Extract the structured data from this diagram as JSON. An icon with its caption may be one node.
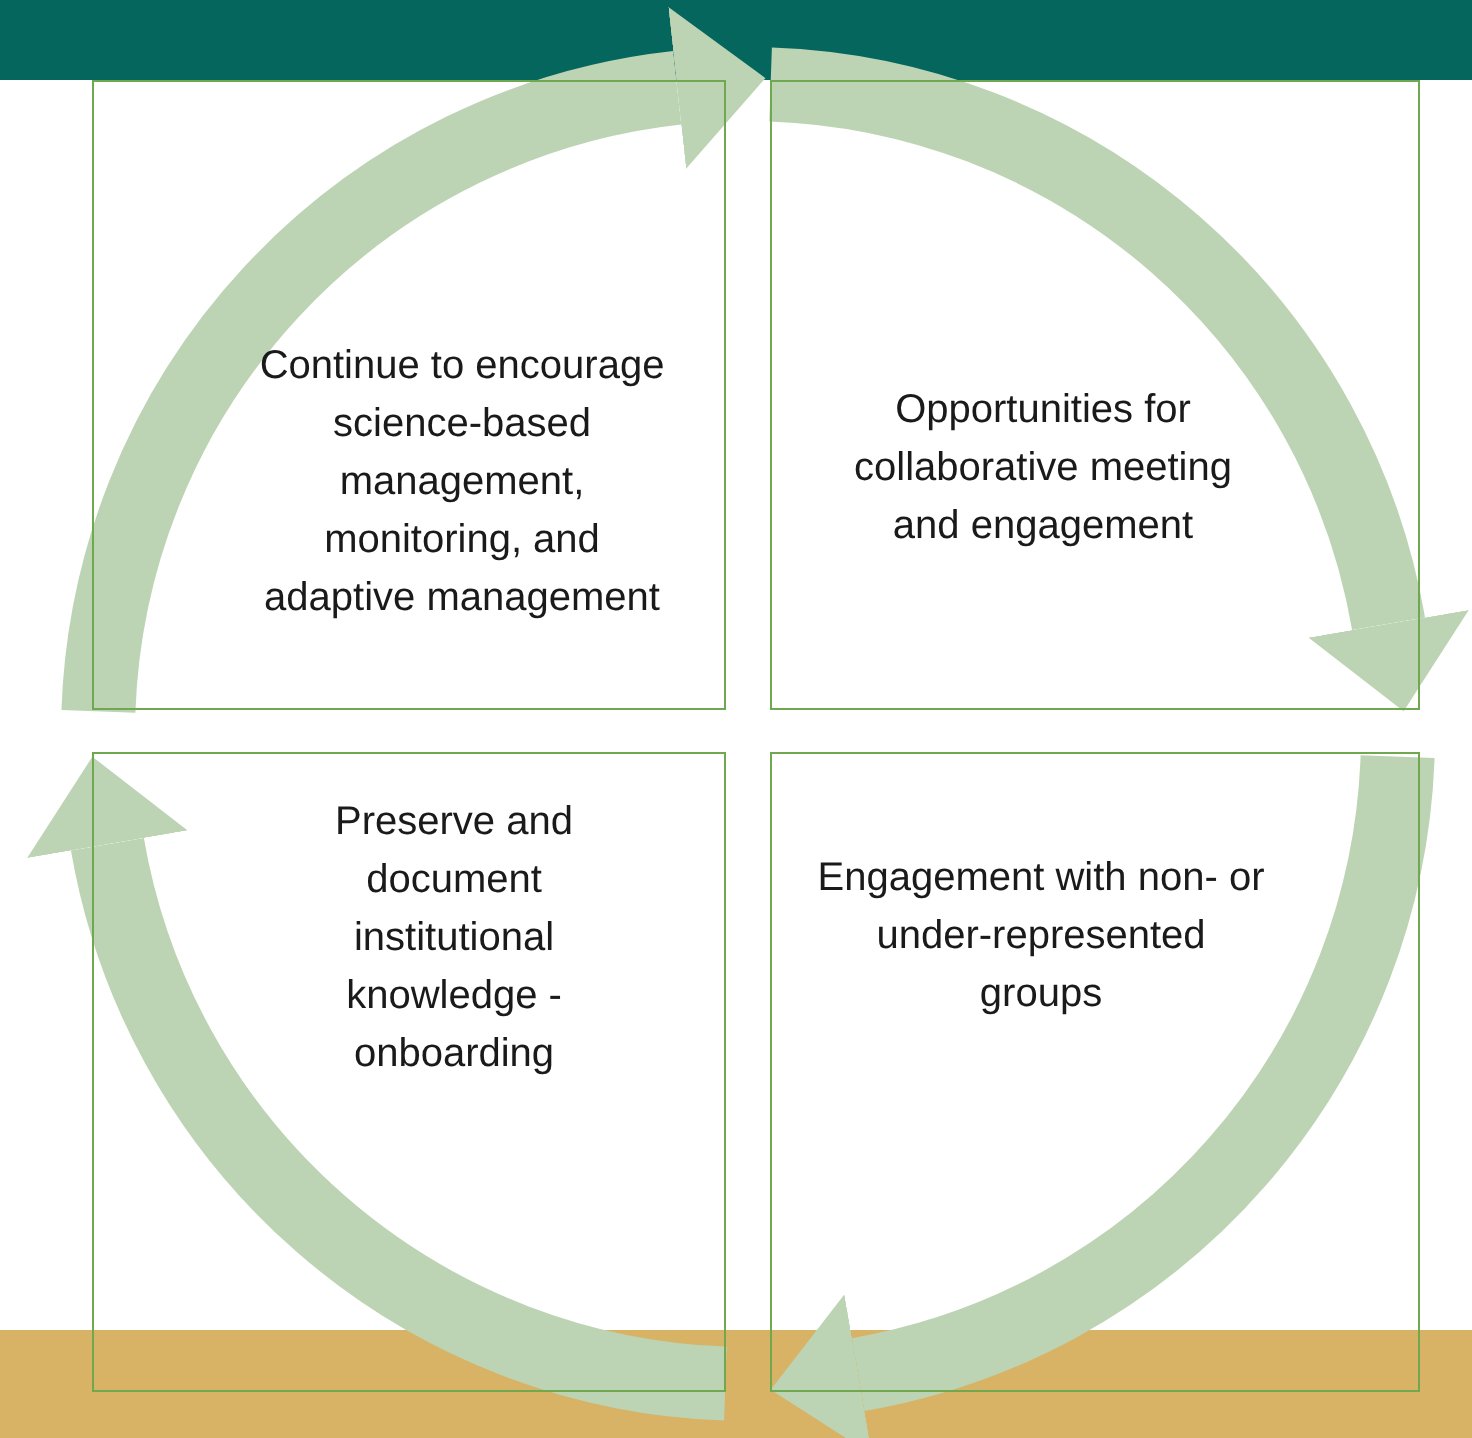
{
  "diagram": {
    "nodes": [
      {
        "text": [
          "Continue to encourage science-based management, monitoring, and adaptive management"
        ]
      },
      {
        "text": [
          "Opportunities for collaborative meeting and engagement"
        ]
      },
      {
        "text": [
          "Preserve and document institutional knowledge - onboarding"
        ]
      },
      {
        "text": [
          "Engagement with non- or under-represented groups"
        ]
      }
    ],
    "edges": [
      {
        "from": 0,
        "to": 1,
        "arrow": "to"
      },
      {
        "from": 1,
        "to": 3,
        "arrow": "to"
      },
      {
        "from": 3,
        "to": 2,
        "arrow": "to"
      },
      {
        "from": 2,
        "to": 0,
        "arrow": "to"
      }
    ]
  }
}
